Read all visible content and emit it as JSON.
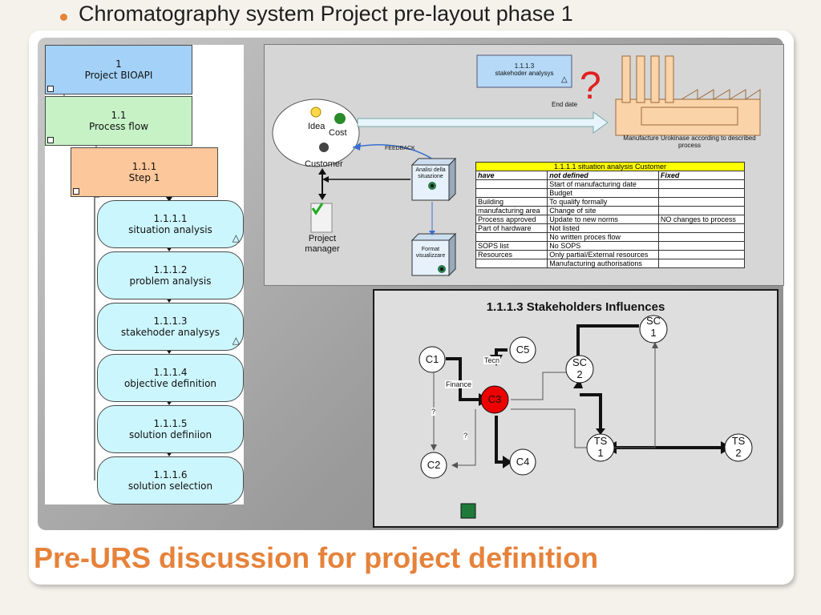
{
  "header": {
    "bullet_text": "Chromatography system Project pre-layout phase 1"
  },
  "footer": {
    "title": "Pre-URS discussion for project definition"
  },
  "wbs": {
    "boxes": [
      {
        "num": "1",
        "label": "Project BIOAPI",
        "color": "#a3d1f7"
      },
      {
        "num": "1.1",
        "label": "Process flow",
        "color": "#c6f2c6"
      },
      {
        "num": "1.1.1",
        "label": "Step 1",
        "color": "#fcc79a"
      }
    ],
    "steps": [
      {
        "num": "1.1.1.1",
        "label": "situation analysis"
      },
      {
        "num": "1.1.1.2",
        "label": "problem analysis"
      },
      {
        "num": "1.1.1.3",
        "label": "stakehoder analysys"
      },
      {
        "num": "1.1.1.4",
        "label": "objective definition"
      },
      {
        "num": "1.1.1.5",
        "label": "solution definiion"
      },
      {
        "num": "1.1.1.6",
        "label": "solution selection"
      }
    ]
  },
  "top_diagram": {
    "stake_box": {
      "num": "1.1.1.3",
      "label": "stakehoder analysys"
    },
    "question_mark": "?",
    "end_date": "End date",
    "factory_caption": "Manufacture Urokinase according to described process",
    "idea": "Idea",
    "cost": "Cost",
    "customer": "Customer",
    "feedback": "FEEDBACK",
    "analisi": "Analisi della situazione",
    "format": "Format visualizzare",
    "project_manager": "Project manager",
    "table": {
      "title": "1.1.1.1 situation analysis Customer",
      "headers": [
        "have",
        "not defined",
        "Fixed"
      ],
      "rows": [
        [
          "",
          "Start of manufacturing date",
          ""
        ],
        [
          "",
          "Budget",
          ""
        ],
        [
          "Building",
          "To qualify formally",
          ""
        ],
        [
          "manufacturing area",
          "Change of site",
          ""
        ],
        [
          "Process approved",
          "Update to new norms",
          "NO changes to process"
        ],
        [
          "Part of hardware",
          "Not listed",
          ""
        ],
        [
          "",
          "No written proces flow",
          ""
        ],
        [
          "SOPS list",
          "No SOPS",
          ""
        ],
        [
          "Resources",
          "Only partial/External resources",
          ""
        ],
        [
          "",
          "Manufacturing authorisations",
          ""
        ]
      ]
    }
  },
  "stakeholders": {
    "title": "1.1.1.3 Stakeholders Influences",
    "nodes": {
      "C1": "C1",
      "C2": "C2",
      "C3": "C3",
      "C4": "C4",
      "C5": "C5",
      "SC1a": "SC",
      "SC1b": "1",
      "SC2a": "SC",
      "SC2b": "2",
      "TS1a": "TS",
      "TS1b": "1",
      "TS2a": "TS",
      "TS2b": "2"
    },
    "labels": {
      "tecn": "Tecn",
      "finance": "Finance",
      "q1": "?",
      "q2": "?"
    },
    "highlight_color": "#ee0000"
  }
}
